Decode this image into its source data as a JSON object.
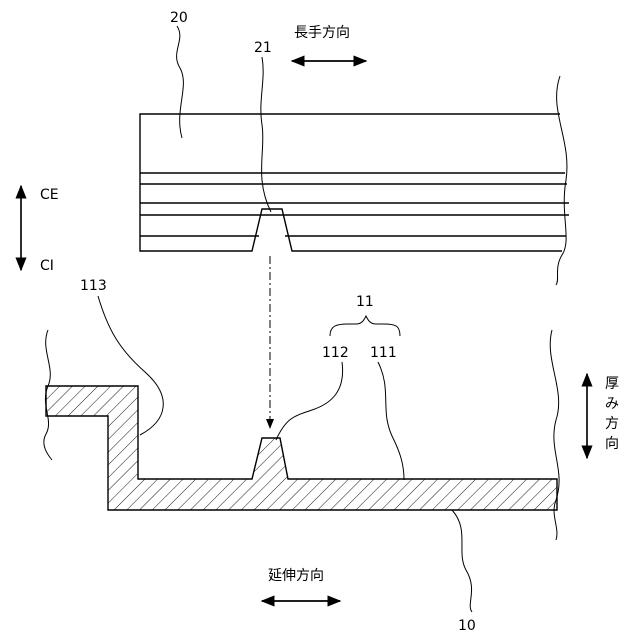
{
  "labels": {
    "ref_20": "20",
    "ref_21": "21",
    "ref_10": "10",
    "ref_11": "11",
    "ref_111": "111",
    "ref_112": "112",
    "ref_113": "113",
    "ce": "CE",
    "ci": "CI"
  },
  "directions": {
    "longitudinal": "長手方向",
    "extension": "延伸方向",
    "thickness": "厚み方向",
    "thickness_chars": [
      "厚",
      "み",
      "方",
      "向"
    ]
  }
}
